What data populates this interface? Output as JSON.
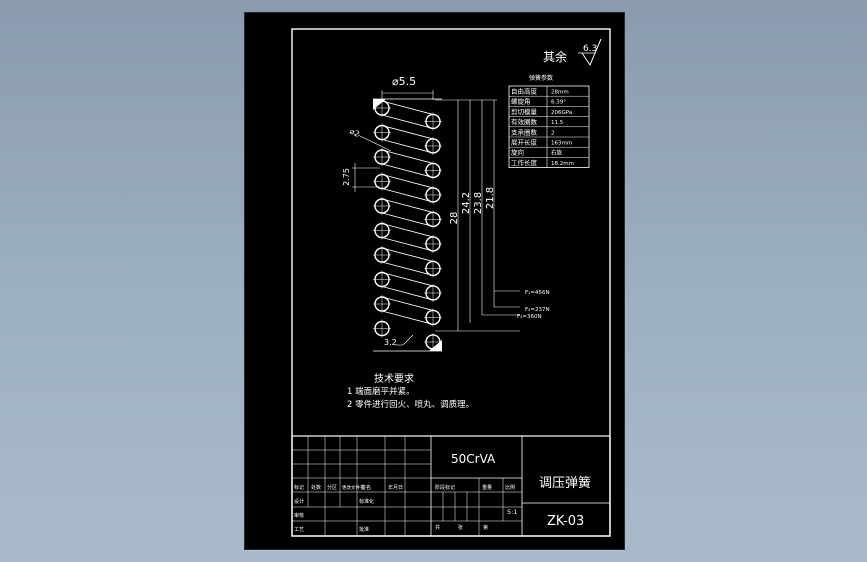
{
  "title_block": {
    "material": "50CrVA",
    "part_name": "调压弹簧",
    "drawing_no": "ZK-03",
    "scale": "5:1",
    "labels": {
      "design": "设计",
      "check": "审核",
      "process": "工艺",
      "approve": "批准",
      "sign": "标记",
      "count": "处数",
      "zone": "分区",
      "change_no": "更改文件号",
      "signature": "签名",
      "date": "年月日",
      "standard": "标准化",
      "stage_mark": "阶段标记",
      "weight": "重量",
      "ratio": "比例",
      "sheets_total": "共",
      "sheet_label": "张",
      "sheet_no": "第"
    }
  },
  "surface": {
    "label": "其余",
    "roughness": "6.3"
  },
  "spring_table": {
    "title": "弹簧参数",
    "rows": [
      [
        "自由高度",
        "28mm"
      ],
      [
        "螺旋角",
        "6.39°"
      ],
      [
        "剪切模量",
        "206GPa"
      ],
      [
        "有效圈数",
        "11.5"
      ],
      [
        "支承圈数",
        "2"
      ],
      [
        "展开长度",
        "163mm"
      ],
      [
        "旋向",
        "右旋"
      ],
      [
        "工作长度",
        "18.2mm"
      ]
    ]
  },
  "dimensions": {
    "outer_dia": "⌀5.5",
    "dim_28": "28",
    "dim_242": "24.2",
    "dim_238": "23.8",
    "dim_218": "21.8",
    "pitch": "2.75",
    "wire_dia": "⌀2",
    "end_gap": "3.2",
    "forces": [
      "F₁=456N",
      "F₂=237N",
      "F₃=360N"
    ]
  },
  "tech_requirements": {
    "title": "技术要求",
    "items": [
      "1  端面磨平并紧。",
      "2  零件进行回火、喷丸、调质理。"
    ]
  }
}
